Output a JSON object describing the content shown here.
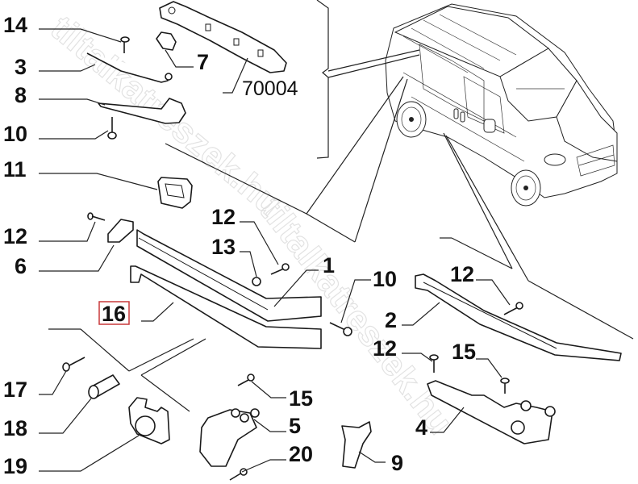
{
  "diagram": {
    "type": "exploded-parts-diagram",
    "subject": "sliding door track and roller assembly",
    "watermark": "tiltalkatreszek.hu",
    "highlighted_callout": "16",
    "highlight_color": "#c8383a",
    "callouts": [
      {
        "id": "14",
        "label": "14"
      },
      {
        "id": "3",
        "label": "3"
      },
      {
        "id": "8",
        "label": "8"
      },
      {
        "id": "10a",
        "label": "10"
      },
      {
        "id": "11",
        "label": "11"
      },
      {
        "id": "12a",
        "label": "12"
      },
      {
        "id": "6",
        "label": "6"
      },
      {
        "id": "16",
        "label": "16"
      },
      {
        "id": "17",
        "label": "17"
      },
      {
        "id": "18",
        "label": "18"
      },
      {
        "id": "19",
        "label": "19"
      },
      {
        "id": "7",
        "label": "7"
      },
      {
        "id": "70004",
        "label": "70004"
      },
      {
        "id": "12b",
        "label": "12"
      },
      {
        "id": "13",
        "label": "13"
      },
      {
        "id": "1",
        "label": "1"
      },
      {
        "id": "10b",
        "label": "10"
      },
      {
        "id": "2",
        "label": "2"
      },
      {
        "id": "12c",
        "label": "12"
      },
      {
        "id": "12d",
        "label": "12"
      },
      {
        "id": "15a",
        "label": "15"
      },
      {
        "id": "15b",
        "label": "15"
      },
      {
        "id": "5",
        "label": "5"
      },
      {
        "id": "20",
        "label": "20"
      },
      {
        "id": "9",
        "label": "9"
      },
      {
        "id": "4",
        "label": "4"
      }
    ]
  }
}
